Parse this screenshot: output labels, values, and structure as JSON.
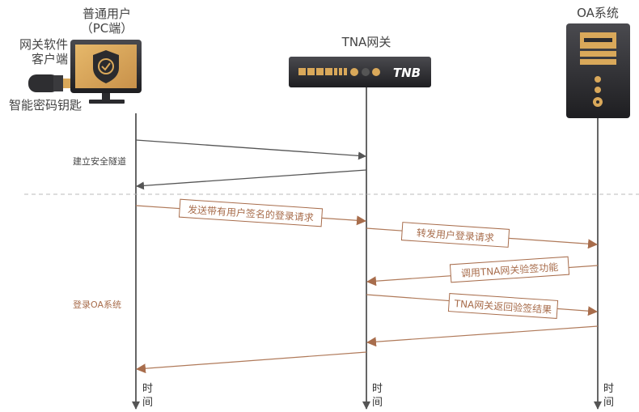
{
  "actors": {
    "user": {
      "title_line1": "普通用户",
      "title_line2": "（PC端）",
      "software_line1": "网关软件",
      "software_line2": "客户端",
      "key": "智能密码钥匙"
    },
    "gateway": {
      "title": "TNA网关",
      "logo": "TNB"
    },
    "server": {
      "title": "OA系统"
    }
  },
  "phases": {
    "tunnel": "建立安全隧道",
    "login": "登录OA系统"
  },
  "messages": [
    {
      "label": "发送带有用户签名的登录请求"
    },
    {
      "label": "转发用户登录请求"
    },
    {
      "label": "调用TNA网关验签功能"
    },
    {
      "label": "TNA网关返回验签结果"
    }
  ],
  "time_axis": {
    "char1": "时",
    "char2": "间"
  },
  "colors": {
    "gold": "#d9a85a",
    "dark": "#2b2b2e",
    "brown": "#a86d4c",
    "gray": "#555555"
  }
}
